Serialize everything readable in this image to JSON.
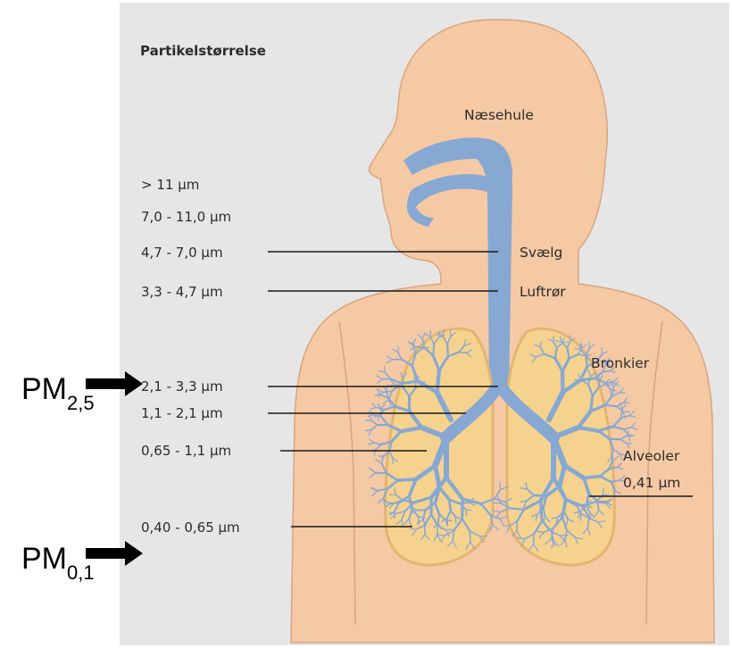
{
  "title": "Partikelstørrelse",
  "size_labels": [
    "> 11 µm",
    "7,0 - 11,0 µm",
    "4,7 - 7,0 µm",
    "3,3 - 4,7 µm",
    "2,1 - 3,3 µm",
    "1,1 - 2,1 µm",
    "0,65 - 1,1 µm",
    "0,40 - 0,65 µm"
  ],
  "organ_labels": {
    "nose": "Næsehule",
    "pharynx": "Svælg",
    "trachea": "Luftrør",
    "bronchi": "Bronkier",
    "alveoli": "Alveoler",
    "alveoli_size": "0,41 µm"
  },
  "pm_markers": [
    {
      "prefix": "PM",
      "subscript": "2,5"
    },
    {
      "prefix": "PM",
      "subscript": "0,1"
    }
  ],
  "colors": {
    "panel_background": "#e6e6e6",
    "skin": "#f5c9a4",
    "skin_outline": "#d9a47f",
    "airway": "#86a8d3",
    "lung_fill": "#f5d28e",
    "lung_outline": "#e3b56f",
    "arrow": "#000000"
  }
}
